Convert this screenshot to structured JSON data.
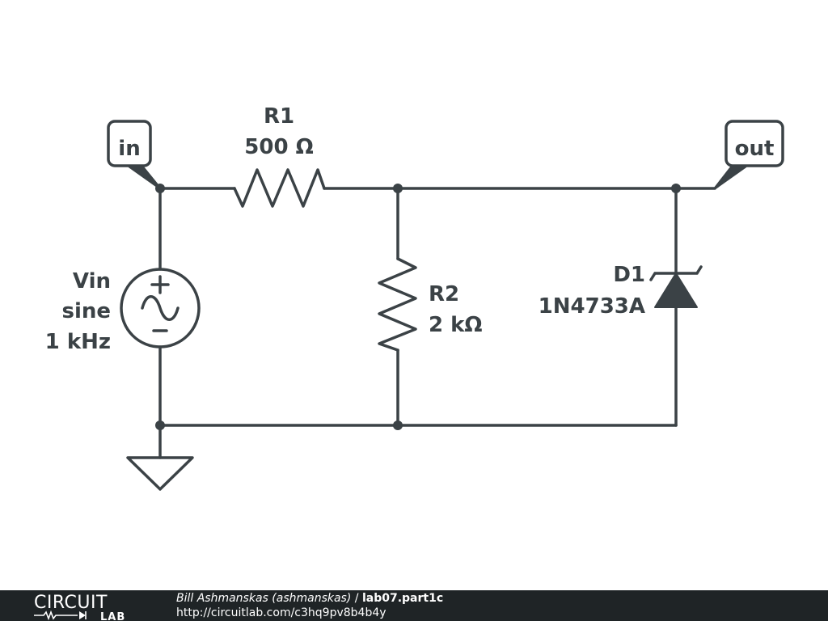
{
  "schematic": {
    "ports": {
      "in": "in",
      "out": "out"
    },
    "source": {
      "name": "Vin",
      "waveform": "sine",
      "frequency": "1 kHz"
    },
    "r1": {
      "name": "R1",
      "value": "500 Ω"
    },
    "r2": {
      "name": "R2",
      "value": "2 kΩ"
    },
    "d1": {
      "name": "D1",
      "part": "1N4733A"
    }
  },
  "footer": {
    "logo_top": "CIRCUIT",
    "logo_bottom": "LAB",
    "author": "Bill Ashmanskas (ashmanskas)",
    "separator": " / ",
    "title": "lab07.part1c",
    "url": "http://circuitlab.com/c3hq9pv8b4b4y"
  }
}
